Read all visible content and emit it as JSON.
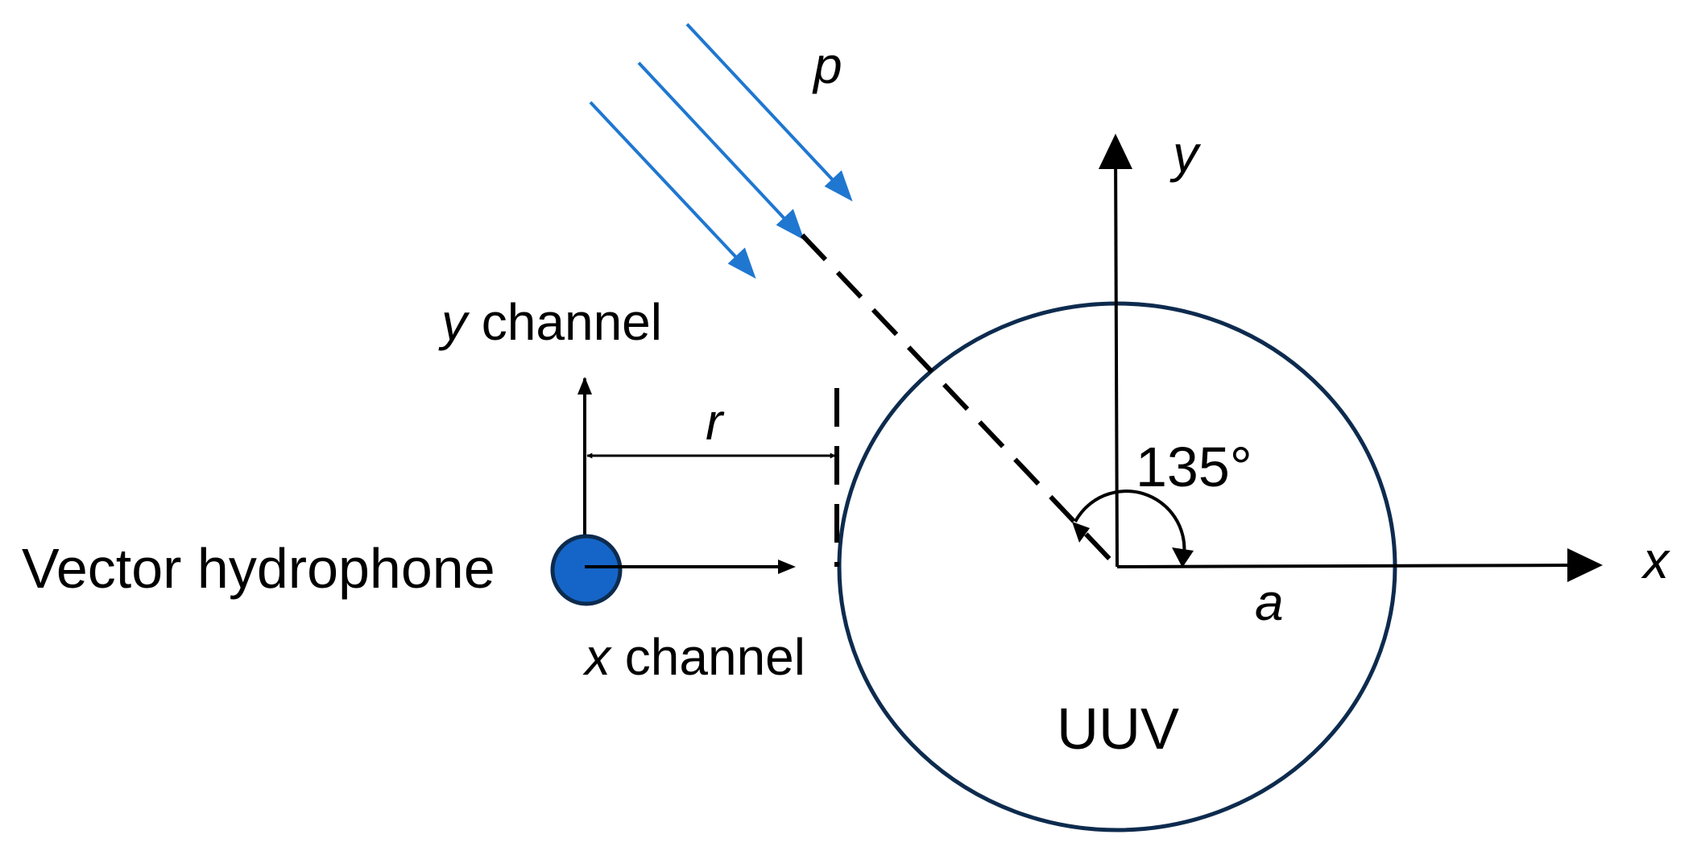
{
  "labels": {
    "wave": "p",
    "y_axis": "y",
    "x_axis": "x",
    "y_channel_var": "y",
    "y_channel_word": " channel",
    "x_channel_var": "x",
    "x_channel_word": " channel",
    "distance": "r",
    "angle": "135°",
    "radius": "a",
    "hydrophone": "Vector hydrophone",
    "vehicle": "UUV"
  },
  "colors": {
    "wave_arrows": "#1f77d0",
    "uuv_outline": "#0d2b4e",
    "hydrophone_fill": "#1565c8",
    "hydrophone_outline": "#0d2b4e",
    "ink": "#000000"
  }
}
